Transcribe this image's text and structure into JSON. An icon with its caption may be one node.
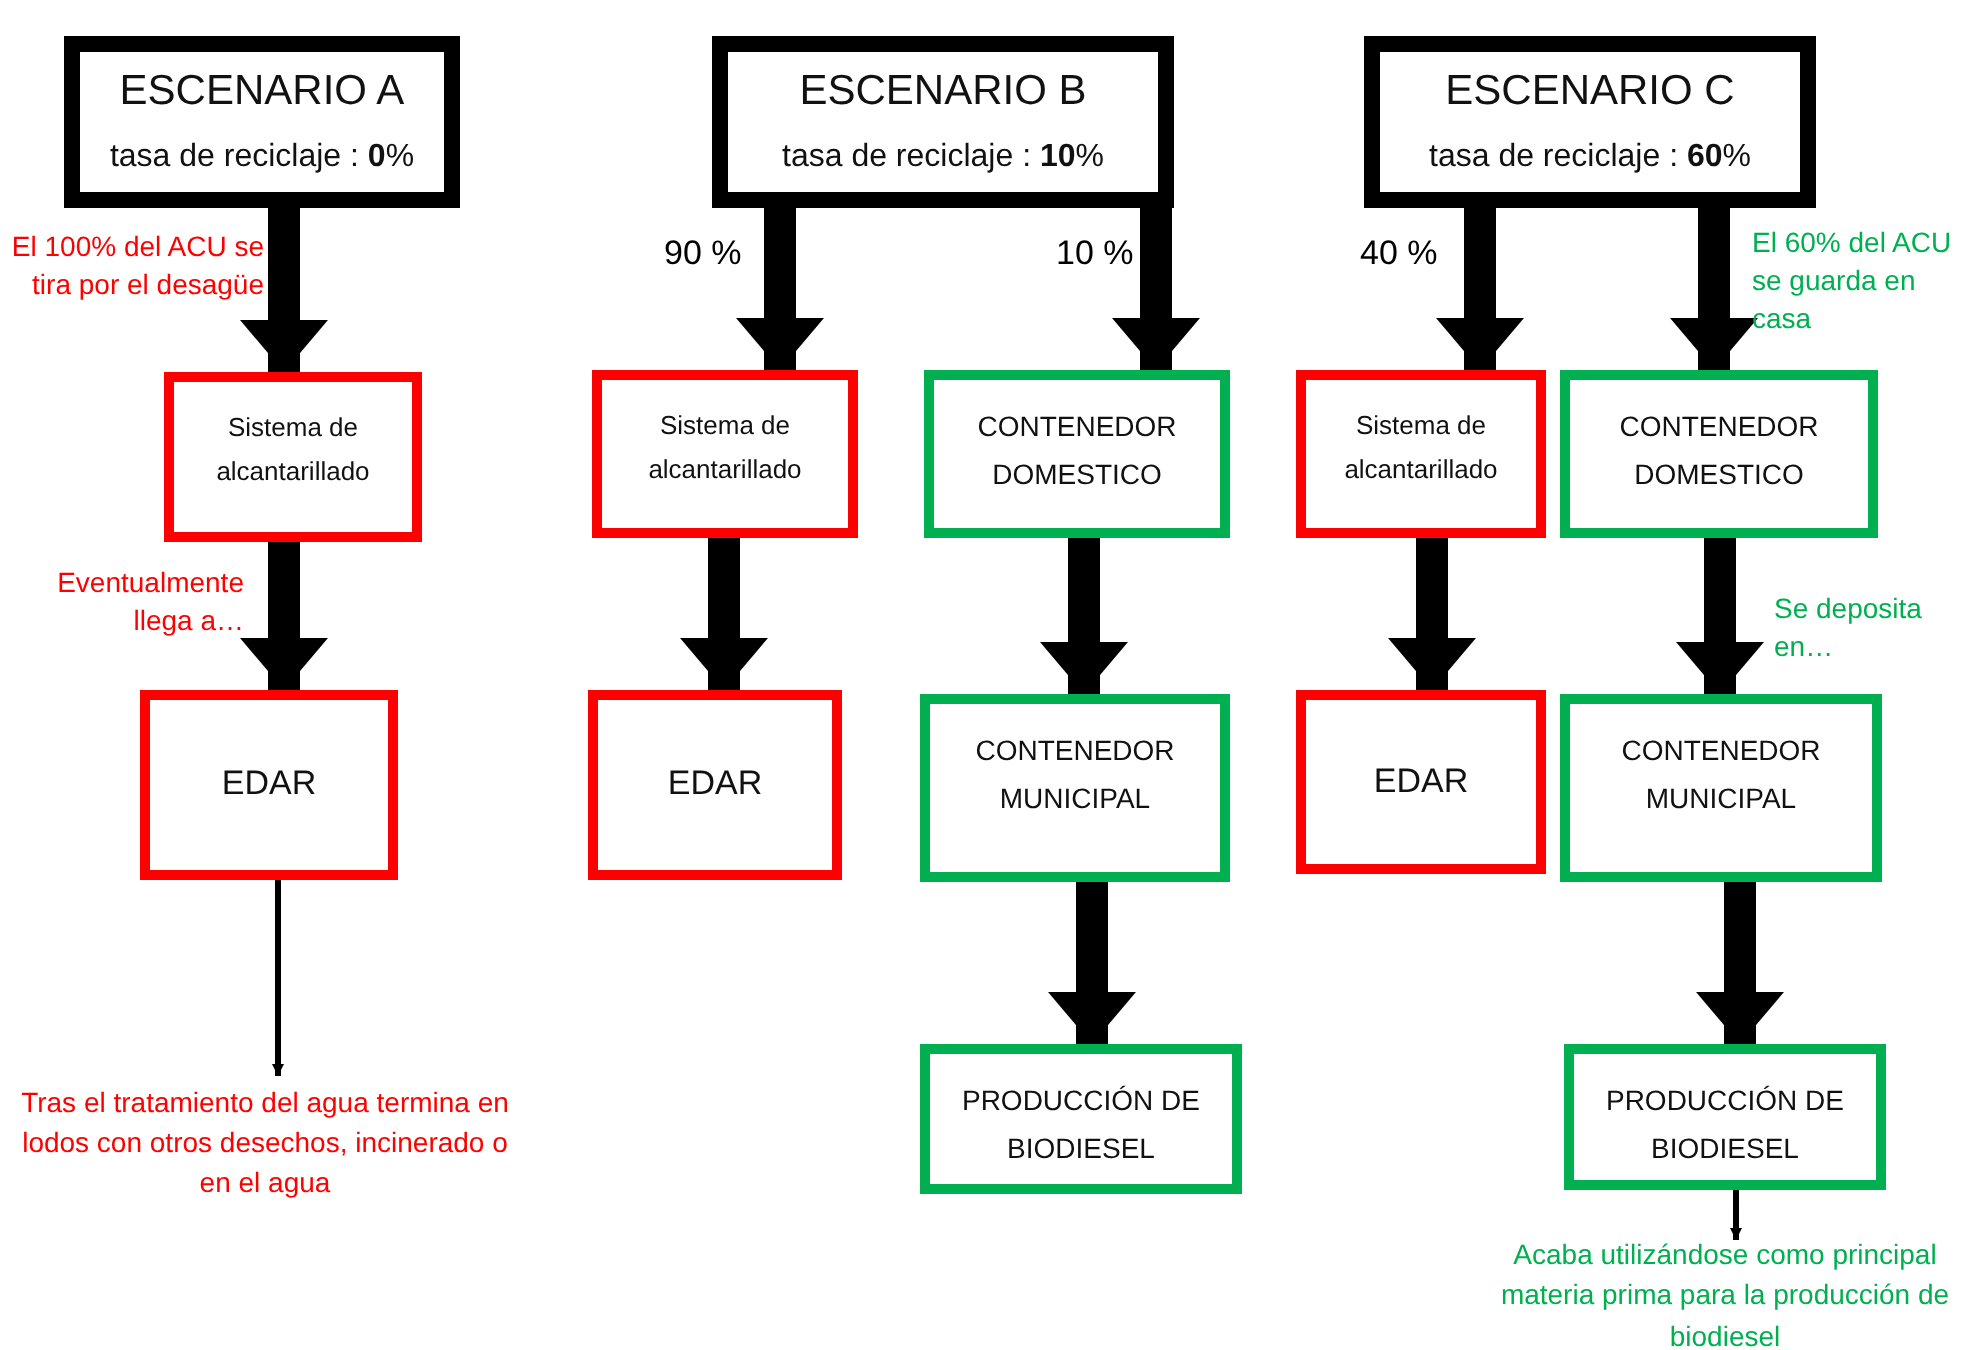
{
  "diagram": {
    "nodes": [
      {
        "text": [
          "ESCENARIO A",
          "tasa de reciclaje : **0**%"
        ]
      },
      {
        "text": [
          "Sistema de alcantarillado"
        ]
      },
      {
        "text": [
          "EDAR"
        ]
      },
      {
        "text": [
          "Tras el tratamiento del agua termina en lodos con otros desechos, incinerado o en el agua"
        ]
      },
      {
        "text": [
          "ESCENARIO B",
          "tasa de reciclaje : **10**%"
        ]
      },
      {
        "text": [
          "Sistema de alcantarillado"
        ]
      },
      {
        "text": [
          "CONTENEDOR DOMESTICO"
        ]
      },
      {
        "text": [
          "EDAR"
        ]
      },
      {
        "text": [
          "CONTENEDOR MUNICIPAL"
        ]
      },
      {
        "text": [
          "PRODUCCIÓN DE BIODIESEL"
        ]
      },
      {
        "text": [
          "ESCENARIO C",
          "tasa de reciclaje : **60**%"
        ]
      },
      {
        "text": [
          "Sistema de alcantarillado"
        ]
      },
      {
        "text": [
          "CONTENEDOR DOMESTICO"
        ]
      },
      {
        "text": [
          "EDAR"
        ]
      },
      {
        "text": [
          "CONTENEDOR MUNICIPAL"
        ]
      },
      {
        "text": [
          "PRODUCCIÓN DE BIODIESEL"
        ]
      },
      {
        "text": [
          "Acaba utilizándose como principal materia prima para la producción de biodiesel"
        ]
      }
    ],
    "edges": [
      {
        "from": 0,
        "to": 1,
        "arrow": "to",
        "label": "El 100% del ACU se tira por el desagüe"
      },
      {
        "from": 1,
        "to": 2,
        "arrow": "to",
        "label": "Eventualmente llega a…"
      },
      {
        "from": 2,
        "to": 3,
        "arrow": "to"
      },
      {
        "from": 4,
        "to": 5,
        "arrow": "to",
        "label": "90 %"
      },
      {
        "from": 4,
        "to": 6,
        "arrow": "to",
        "label": "10 %"
      },
      {
        "from": 5,
        "to": 7,
        "arrow": "to"
      },
      {
        "from": 6,
        "to": 8,
        "arrow": "to"
      },
      {
        "from": 8,
        "to": 9,
        "arrow": "to"
      },
      {
        "from": 10,
        "to": 11,
        "arrow": "to",
        "label": "40 %"
      },
      {
        "from": 10,
        "to": 12,
        "arrow": "to",
        "label": "El 60% del ACU se guarda en casa"
      },
      {
        "from": 11,
        "to": 13,
        "arrow": "to"
      },
      {
        "from": 12,
        "to": 14,
        "arrow": "to",
        "label": "Se deposita en…"
      },
      {
        "from": 14,
        "to": 15,
        "arrow": "to"
      },
      {
        "from": 15,
        "to": 16,
        "arrow": "to"
      }
    ]
  }
}
